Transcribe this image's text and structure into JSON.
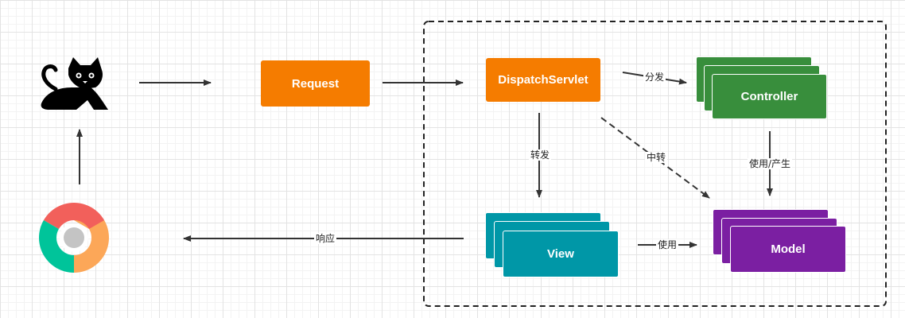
{
  "nodes": {
    "request": "Request",
    "dispatch_servlet": "DispatchServlet",
    "controller": "Controller",
    "view": "View",
    "model": "Model"
  },
  "edges": {
    "dispatch": "分发",
    "forward": "转发",
    "relay": "中转",
    "use_produce": "使用/产生",
    "use": "使用",
    "respond": "响应"
  },
  "icons": {
    "server": "tomcat-icon",
    "browser": "chrome-icon"
  },
  "colors": {
    "orange": "#f57c00",
    "green": "#388e3c",
    "teal": "#0097a7",
    "purple": "#7b1fa2"
  }
}
